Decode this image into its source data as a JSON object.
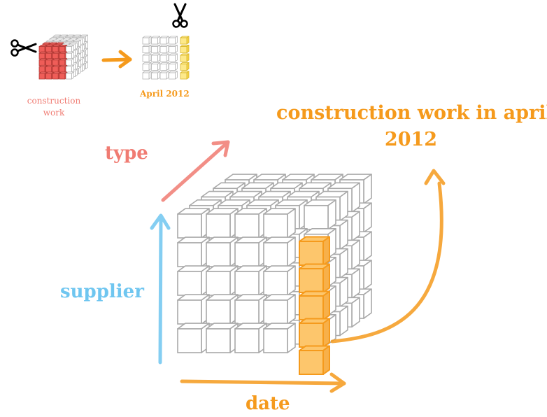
{
  "top_left_label_line1": "construction",
  "top_left_label_line2": "work",
  "top_middle_label": "April 2012",
  "result_line1": "construction work in april",
  "result_line2": "2012",
  "axis_type": "type",
  "axis_supplier": "supplier",
  "axis_date": "date",
  "colors": {
    "pink": "#f07b72",
    "blue": "#6fc6f0",
    "orange": "#f59a1c",
    "highlight": "#fdc66c",
    "yellow": "#fde98a"
  },
  "icons": [
    "scissors-icon",
    "scissors-icon"
  ]
}
